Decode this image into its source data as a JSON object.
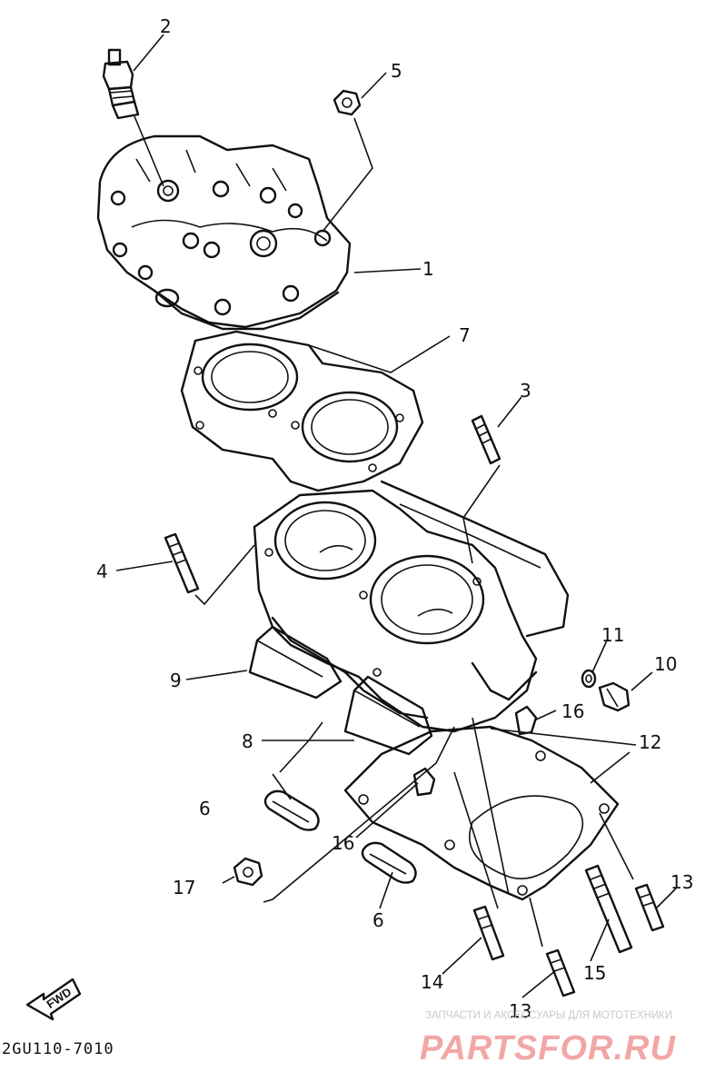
{
  "callouts": [
    {
      "id": "c1",
      "text": "1"
    },
    {
      "id": "c2",
      "text": "2"
    },
    {
      "id": "c3",
      "text": "3"
    },
    {
      "id": "c4",
      "text": "4"
    },
    {
      "id": "c5",
      "text": "5"
    },
    {
      "id": "c6a",
      "text": "6"
    },
    {
      "id": "c6b",
      "text": "6"
    },
    {
      "id": "c7",
      "text": "7"
    },
    {
      "id": "c8",
      "text": "8"
    },
    {
      "id": "c9",
      "text": "9"
    },
    {
      "id": "c10",
      "text": "10"
    },
    {
      "id": "c11",
      "text": "11"
    },
    {
      "id": "c12",
      "text": "12"
    },
    {
      "id": "c13a",
      "text": "13"
    },
    {
      "id": "c13b",
      "text": "13"
    },
    {
      "id": "c14",
      "text": "14"
    },
    {
      "id": "c15",
      "text": "15"
    },
    {
      "id": "c16a",
      "text": "16"
    },
    {
      "id": "c16b",
      "text": "16"
    },
    {
      "id": "c17",
      "text": "17"
    }
  ],
  "diagram_code": "2GU110-7010",
  "fwd_label": "FWD",
  "watermark": {
    "tagline": "ЗАПЧАСТИ И АКСЕССУАРЫ ДЛЯ МОТОТЕХНИКИ",
    "brand": "PARTSFOR.RU"
  }
}
